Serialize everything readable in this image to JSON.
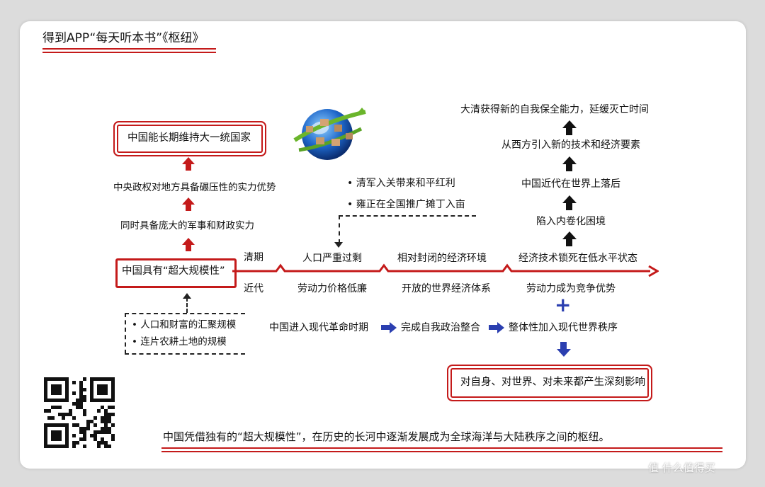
{
  "header": {
    "title": "得到APP“每天听本书”《枢纽》"
  },
  "left": {
    "goal_box": "中国能长期维持大一统国家",
    "step1": "中央政权对地方具备碾压性的实力优势",
    "step2": "同时具备庞大的军事和财政实力",
    "main_box": "中国具有“超大规模性”",
    "bullets": [
      "人口和财富的汇聚规模",
      "连片农耕土地的规模"
    ]
  },
  "timeline": {
    "label_top": "清期",
    "label_bottom": "近代",
    "top_items": [
      "人口严重过剩",
      "相对封闭的经济环境",
      "经济技术锁死在低水平状态"
    ],
    "bottom_items": [
      "劳动力价格低廉",
      "开放的世界经济体系",
      "劳动力成为竞争优势"
    ]
  },
  "qing_notes": [
    "清军入关带来和平红利",
    "雍正在全国推广摊丁入亩"
  ],
  "right_chain": [
    "大清获得新的自我保全能力，延缓灭亡时间",
    "从西方引入新的技术和经济要素",
    "中国近代在世界上落后",
    "陷入内卷化困境"
  ],
  "modern_flow": [
    "中国进入现代革命时期",
    "完成自我政治整合",
    "整体性加入现代世界秩序"
  ],
  "plus_sign": "+",
  "result_box": "对自身、对世界、对未来都产生深刻影响",
  "conclusion": "中国凭借独有的“超大规模性”，在历史的长河中逐渐发展成为全球海洋与大陆秩序之间的枢纽。",
  "watermark": "值 什么值得买",
  "colors": {
    "accent_red": "#c41a1a",
    "arrow_blue": "#2b3fb0"
  }
}
